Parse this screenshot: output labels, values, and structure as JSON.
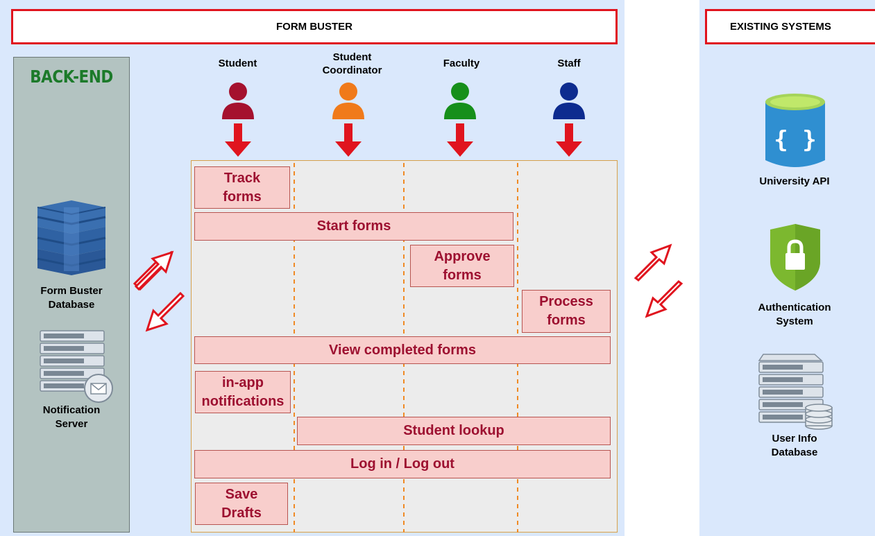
{
  "colors": {
    "panel": "#dae8fc",
    "title_border": "#e0141e",
    "backend_bg": "#b3c3c1",
    "backend_title": "#1c7a2a",
    "feature_bg": "#f8cecc",
    "feature_text": "#9d1030",
    "arrow": "#e0141e",
    "swimlane_border": "#d7a048"
  },
  "form_buster": {
    "title": "FORM BUSTER",
    "backend_title": "BACK-END",
    "database_label": "Form Buster Database",
    "notification_label": "Notification Server",
    "roles": [
      {
        "label": "Student",
        "color": "#a5112e",
        "icon": "user-icon"
      },
      {
        "label": "Student Coordinator",
        "color": "#f07a1a",
        "icon": "user-icon"
      },
      {
        "label": "Faculty",
        "color": "#168f1a",
        "icon": "user-icon"
      },
      {
        "label": "Staff",
        "color": "#0d2b8f",
        "icon": "user-icon"
      }
    ],
    "features": {
      "track_forms": "Track forms",
      "start_forms": "Start forms",
      "approve_forms": "Approve forms",
      "process_forms": "Process forms",
      "view_completed_forms": "View completed forms",
      "in_app_notifications": "in-app notifications",
      "student_lookup": "Student lookup",
      "log_in_out": "Log in / Log out",
      "save_drafts": "Save Drafts"
    }
  },
  "existing_systems": {
    "title": "EXISTING SYSTEMS",
    "university_api": "University API",
    "authentication_system": "Authentication System",
    "user_info_database": "User Info Database"
  }
}
